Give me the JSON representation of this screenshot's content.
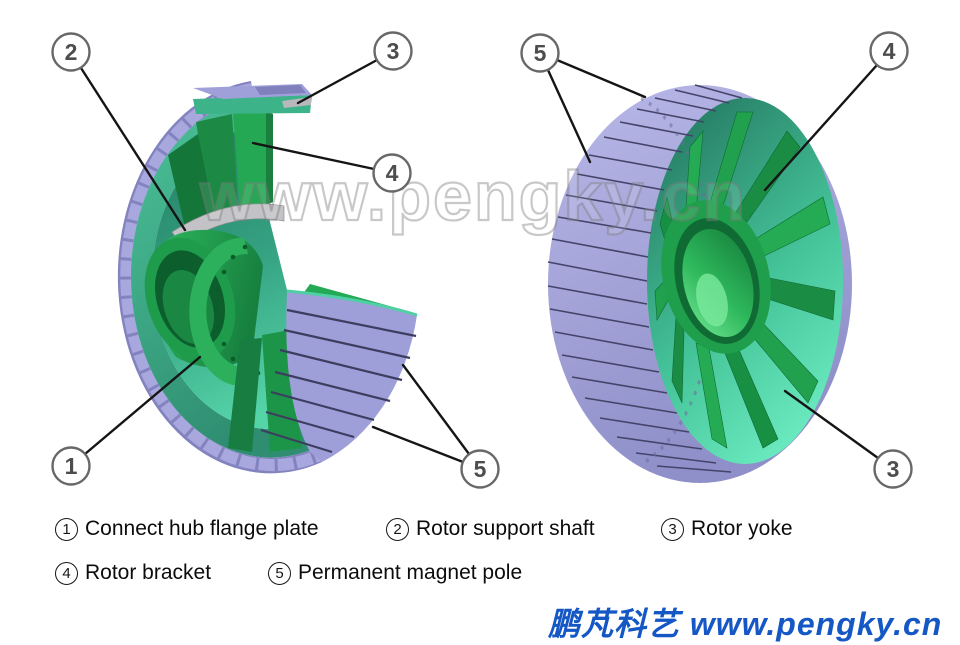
{
  "watermark": "www.pengky.cn",
  "branding": "鹏芃科艺 www.pengky.cn",
  "legend": {
    "items": [
      {
        "num": "1",
        "label": "Connect hub flange plate"
      },
      {
        "num": "2",
        "label": "Rotor support shaft"
      },
      {
        "num": "3",
        "label": "Rotor yoke"
      },
      {
        "num": "4",
        "label": "Rotor bracket"
      },
      {
        "num": "5",
        "label": "Permanent magnet pole"
      }
    ]
  },
  "callouts": {
    "left_figure": [
      "1",
      "2",
      "3",
      "4",
      "5"
    ],
    "right_figure": [
      "5",
      "4",
      "3"
    ]
  },
  "colors": {
    "magnet_lavender": "#a5a5de",
    "magnet_lavender_dark": "#8383bf",
    "yoke_teal_bright": "#62e6b8",
    "yoke_teal_dark": "#267c63",
    "bracket_green": "#1f9e4b",
    "hub_green_bright": "#72e794",
    "shaft_gray": "#c3c3c7",
    "branding_blue": "#1457c5",
    "callout_stroke": "#686868",
    "leader_line": "#151515"
  }
}
